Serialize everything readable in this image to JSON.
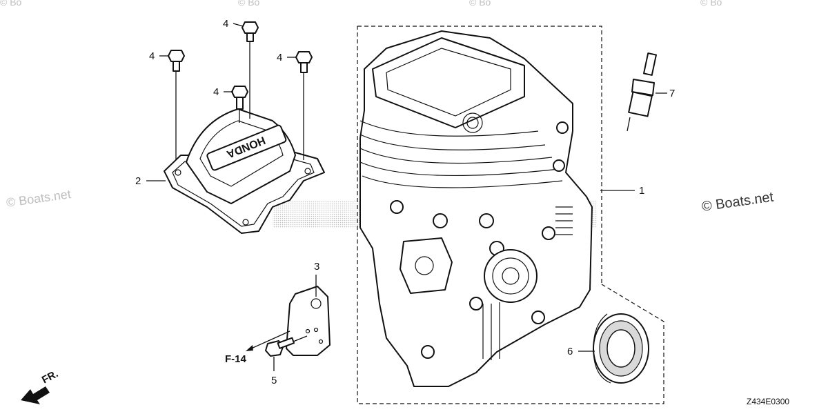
{
  "callouts": {
    "c1": "1",
    "c2": "2",
    "c3": "3",
    "c4a": "4",
    "c4b": "4",
    "c4c": "4",
    "c4d": "4",
    "c5": "5",
    "c6": "6",
    "c7": "7"
  },
  "ref_label": "F-14",
  "direction_label": "FR.",
  "diagram_code": "Z434E0300",
  "watermark": {
    "left": "© Boats.net",
    "right": "© Boats.net",
    "top_1": "© Bo",
    "top_2": "© Bo",
    "top_3": "© Bo",
    "top_4": "© Bo"
  },
  "cover_brand": "HONDA"
}
